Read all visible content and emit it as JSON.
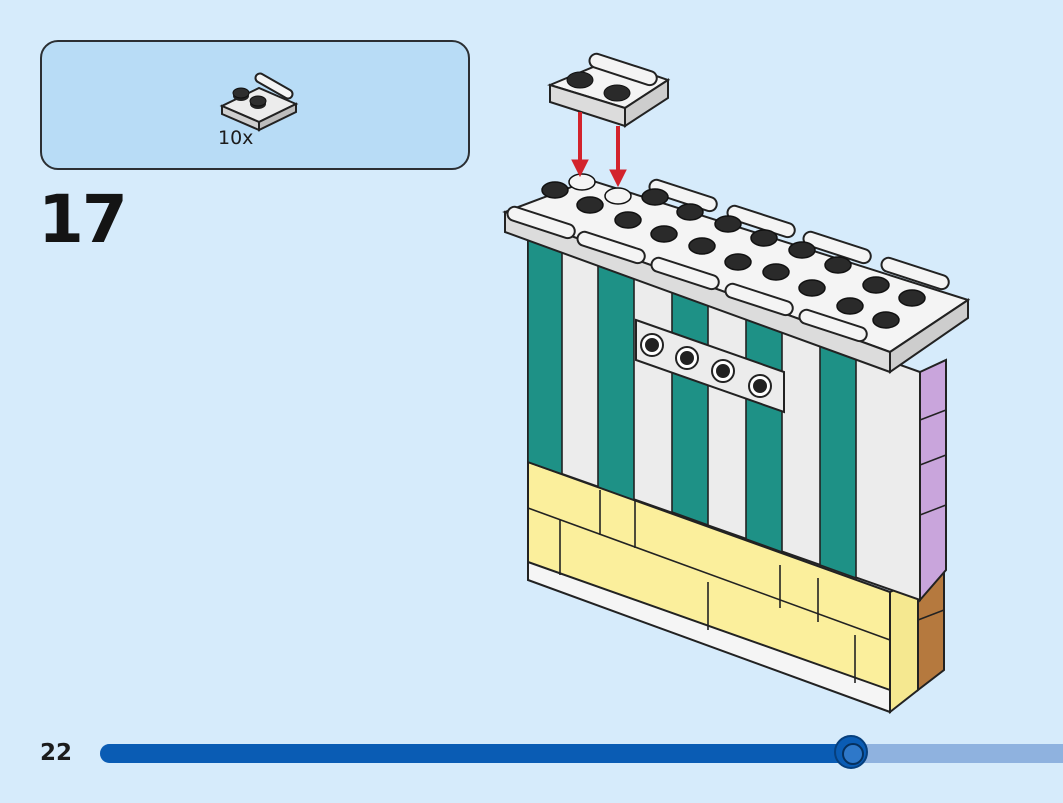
{
  "parts_panel": {
    "icon": "plate-1x2-with-bar-icon",
    "quantity": "10x"
  },
  "step": {
    "number": "17"
  },
  "footer": {
    "page_number": "22",
    "progress": 0.78
  },
  "colors": {
    "background": "#d6ebfb",
    "panel": "#b8dcf6",
    "teal": "#1e9186",
    "white_brick": "#ececec",
    "yellow_brick": "#fbef9c",
    "lavender": "#c9a5dc",
    "brown": "#b5793e",
    "arrow": "#d3232c",
    "progress_fill": "#0a5cb4",
    "progress_track": "#8fb2df"
  }
}
